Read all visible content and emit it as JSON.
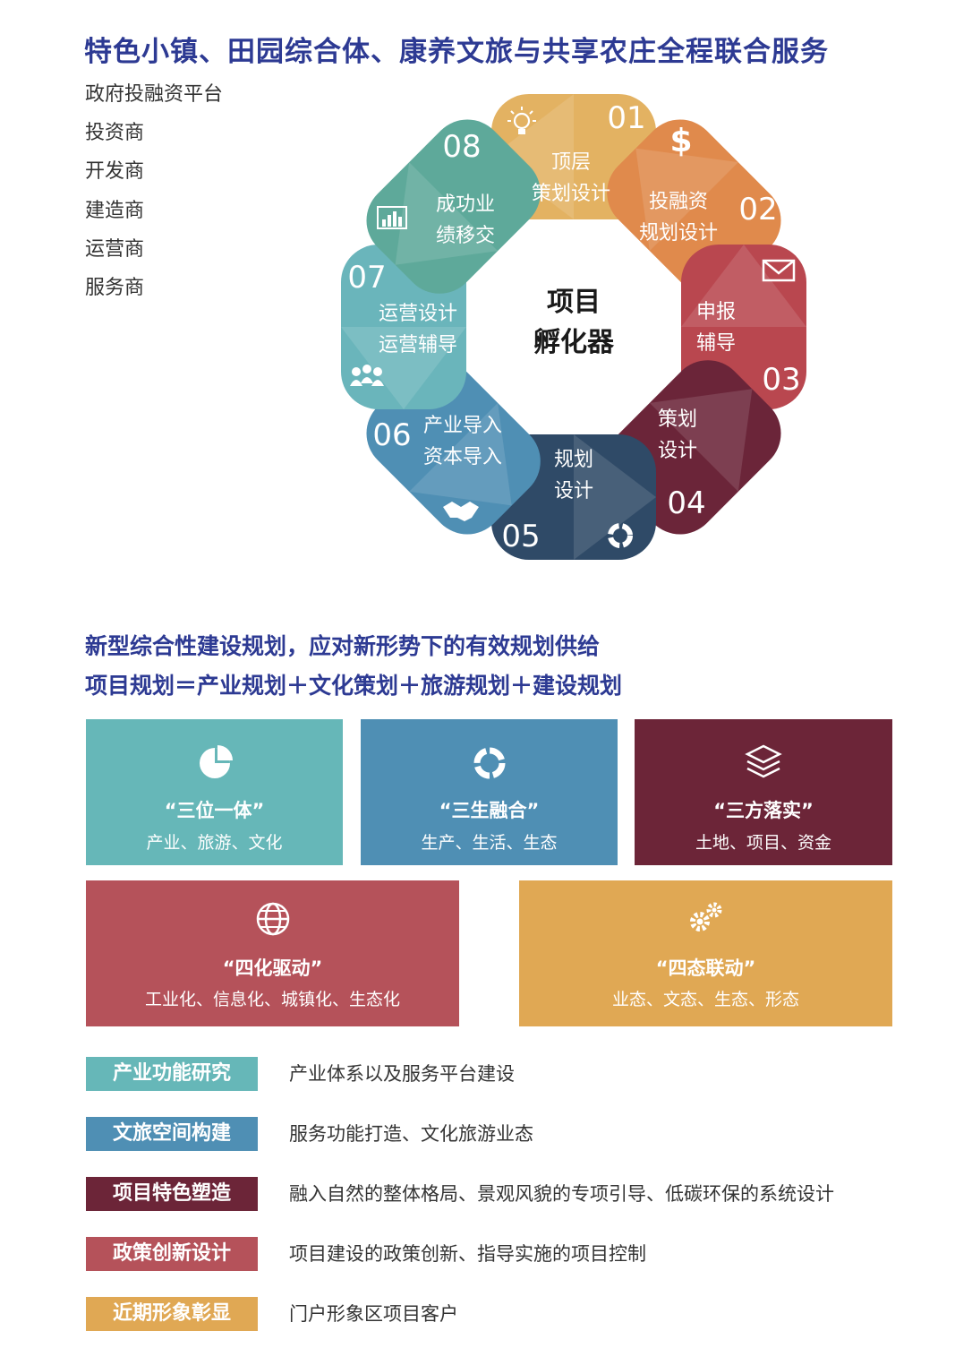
{
  "title": "特色小镇、田园综合体、康养文旅与共享农庄全程联合服务",
  "stakeholders": [
    "政府投融资平台",
    "投资商",
    "开发商",
    "建造商",
    "运营商",
    "服务商"
  ],
  "incubator": {
    "center": [
      "项目",
      "孵化器"
    ],
    "petals": [
      {
        "num": "01",
        "lines": [
          "顶层",
          "策划设计"
        ],
        "color": "#e3b262",
        "icon": "lightbulb-icon"
      },
      {
        "num": "02",
        "lines": [
          "投融资",
          "规划设计"
        ],
        "color": "#e08a4c",
        "icon": "dollar-icon"
      },
      {
        "num": "03",
        "lines": [
          "申报",
          "辅导"
        ],
        "color": "#b9474f",
        "icon": "envelope-icon"
      },
      {
        "num": "04",
        "lines": [
          "策划",
          "设计"
        ],
        "color": "#6b2539",
        "icon": "none"
      },
      {
        "num": "05",
        "lines": [
          "规划",
          "设计"
        ],
        "color": "#2f4a67",
        "icon": "cycle-icon"
      },
      {
        "num": "06",
        "lines": [
          "产业导入",
          "资本导入"
        ],
        "color": "#4f8fb4",
        "icon": "handshake-icon"
      },
      {
        "num": "07",
        "lines": [
          "运营设计",
          "运营辅导"
        ],
        "color": "#6ab5bb",
        "icon": "people-icon"
      },
      {
        "num": "08",
        "lines": [
          "成功业",
          "绩移交"
        ],
        "color": "#5ea99a",
        "icon": "bar-chart-icon"
      }
    ]
  },
  "subtitle1": "新型综合性建设规划，应对新形势下的有效规划供给",
  "subtitle2": "项目规划＝产业规划＋文化策划＋旅游规划＋建设规划",
  "boxes": [
    {
      "name": "“三位一体”",
      "desc": "产业、旅游、文化",
      "color": "#66b7b8",
      "icon": "pie-chart-icon"
    },
    {
      "name": "“三生融合”",
      "desc": "生产、生活、生态",
      "color": "#4f8fb4",
      "icon": "cycle-icon"
    },
    {
      "name": "“三方落实”",
      "desc": "土地、项目、资金",
      "color": "#6c2538",
      "icon": "layers-icon"
    },
    {
      "name": "“四化驱动”",
      "desc": "工业化、信息化、城镇化、生态化",
      "color": "#b5525a",
      "icon": "globe-icon"
    },
    {
      "name": "“四态联动”",
      "desc": "业态、文态、生态、形态",
      "color": "#e0a854",
      "icon": "gears-icon"
    }
  ],
  "items": [
    {
      "tag": "产业功能研究",
      "desc": "产业体系以及服务平台建设",
      "color": "#66b7b8"
    },
    {
      "tag": "文旅空间构建",
      "desc": "服务功能打造、文化旅游业态",
      "color": "#4f8fb4"
    },
    {
      "tag": "项目特色塑造",
      "desc": "融入自然的整体格局、景观风貌的专项引导、低碳环保的系统设计",
      "color": "#6c2538"
    },
    {
      "tag": "政策创新设计",
      "desc": "项目建设的政策创新、指导实施的项目控制",
      "color": "#b5525a"
    },
    {
      "tag": "近期形象彰显",
      "desc": "门户形象区项目客户",
      "color": "#e0a854"
    }
  ]
}
